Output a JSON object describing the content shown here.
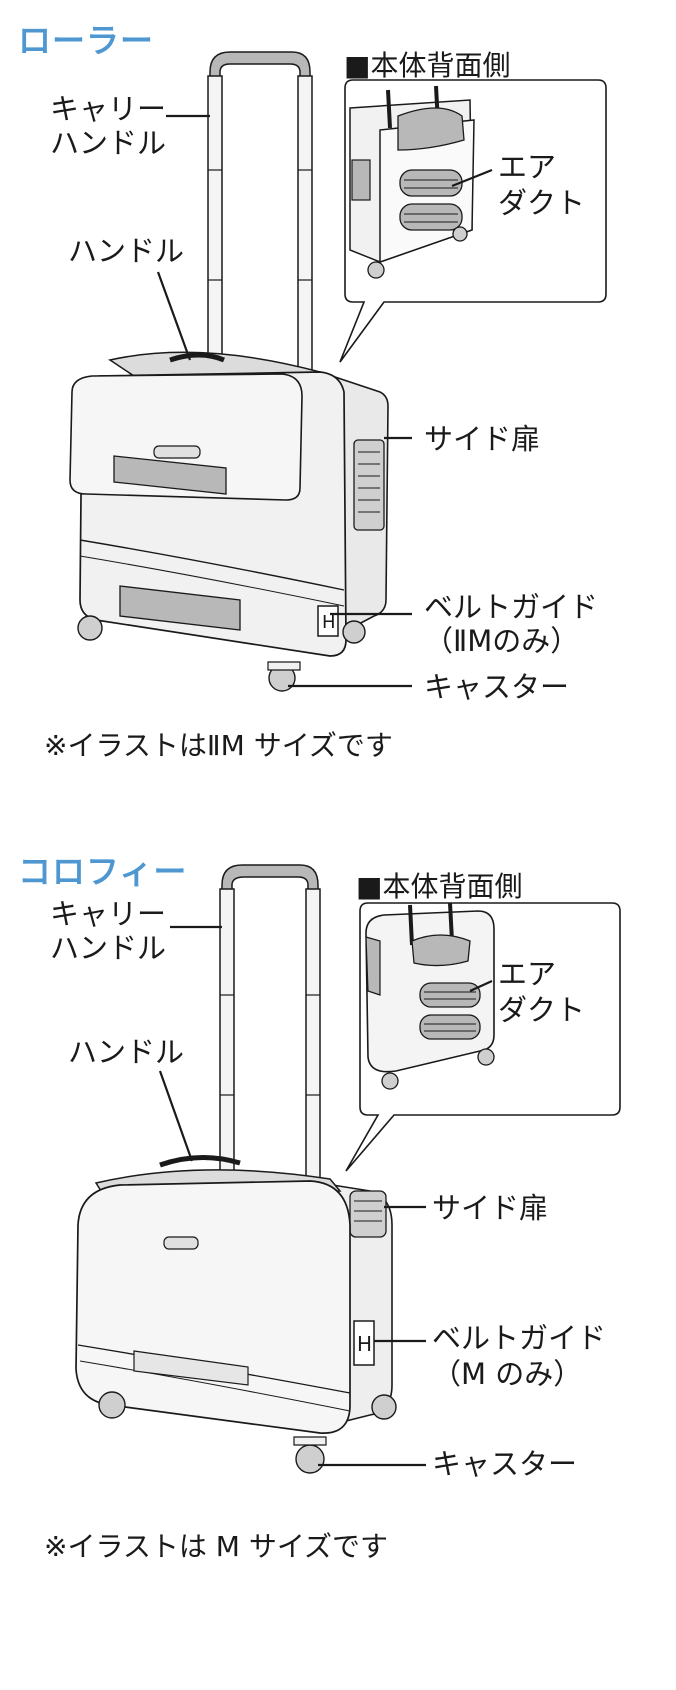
{
  "sections": [
    {
      "title": "ローラー",
      "inset_title": "■本体背面側",
      "labels": {
        "carry_handle_l1": "キャリー",
        "carry_handle_l2": "ハンドル",
        "handle": "ハンドル",
        "air_duct_l1": "エア",
        "air_duct_l2": "ダクト",
        "side_door": "サイド扉",
        "belt_guide_l1": "ベルトガイド",
        "belt_guide_l2": "（ⅡMのみ）",
        "caster": "キャスター"
      },
      "note": "※イラストはⅡM サイズです"
    },
    {
      "title": "コロフィー",
      "inset_title": "■本体背面側",
      "labels": {
        "carry_handle_l1": "キャリー",
        "carry_handle_l2": "ハンドル",
        "handle": "ハンドル",
        "air_duct_l1": "エア",
        "air_duct_l2": "ダクト",
        "side_door": "サイド扉",
        "belt_guide_l1": "ベルトガイド",
        "belt_guide_l2": "（M のみ）",
        "caster": "キャスター"
      },
      "note": "※イラストは M サイズです"
    }
  ],
  "colors": {
    "title": "#4e97d1",
    "body": "#f1f1f1",
    "band": "#b8b8b8",
    "line": "#1a1a1a"
  }
}
